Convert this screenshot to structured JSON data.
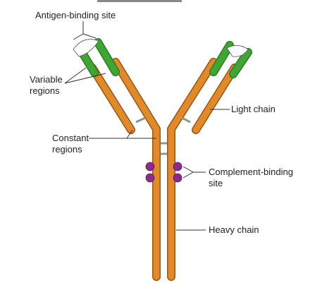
{
  "labels": {
    "antigen_binding_site": "Antigen-binding site",
    "variable_regions": [
      "Variable",
      "regions"
    ],
    "constant_regions": [
      "Constant",
      "regions"
    ],
    "light_chain": "Light chain",
    "complement_binding_site": [
      "Complement-binding",
      "site"
    ],
    "heavy_chain": "Heavy chain"
  },
  "colors": {
    "heavy_chain": "#e08a2c",
    "light_chain": "#e08a2c",
    "variable_region": "#3fa535",
    "chain_outline": "#9a5614",
    "disulfide_bond": "#8a9a8a",
    "complement_site": "#8b2a8a",
    "leader_line": "#333333"
  }
}
